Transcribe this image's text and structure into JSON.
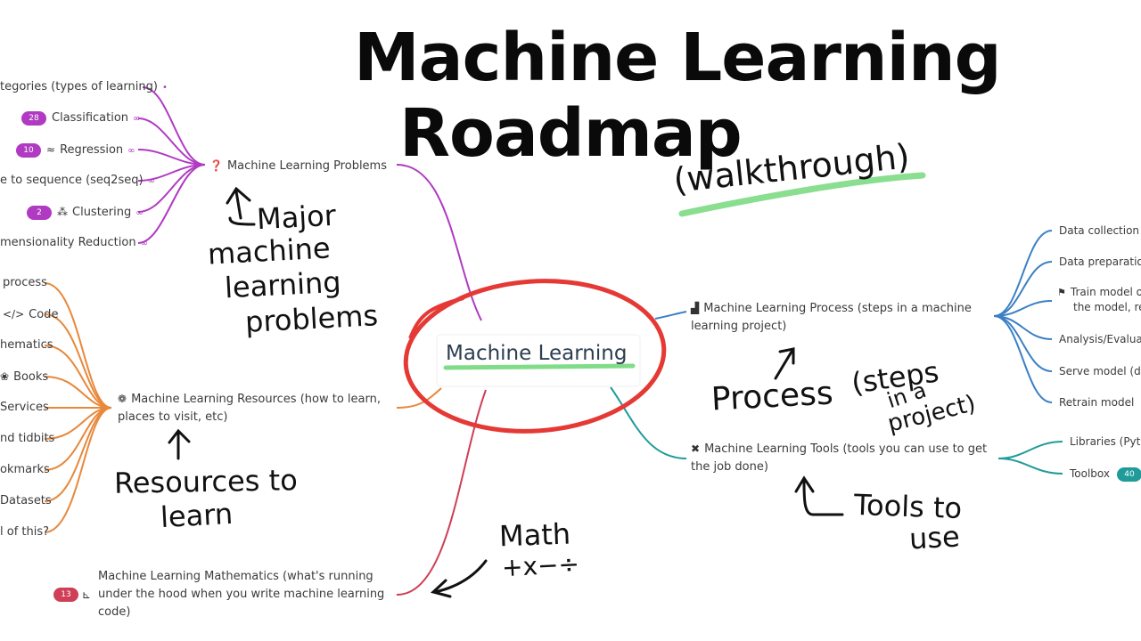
{
  "title": {
    "line1": "Machine Learning",
    "line2": "Roadmap"
  },
  "center": {
    "label": "Machine Learning"
  },
  "nodes": {
    "problems": "Machine Learning Problems",
    "process": "Machine Learning Process (steps in a machine learning project)",
    "resources": "Machine Learning Resources (how to learn, places to visit, etc)",
    "tools": "Machine Learning Tools (tools you can use to get the job done)",
    "math": "Machine Learning Mathematics (what's running under the hood when you write machine learning code)"
  },
  "problem_items": [
    {
      "badge": "",
      "label": "tegories (types of learning)"
    },
    {
      "badge": "28",
      "label": "Classification"
    },
    {
      "badge": "10",
      "label": "Regression"
    },
    {
      "badge": "",
      "label": "e to sequence (seq2seq)"
    },
    {
      "badge": "2",
      "label": "Clustering"
    },
    {
      "badge": "",
      "label": "mensionality Reduction"
    }
  ],
  "resource_items": [
    {
      "label": "process"
    },
    {
      "label": "Code"
    },
    {
      "label": "hematics"
    },
    {
      "label": "Books"
    },
    {
      "label": "Services"
    },
    {
      "label": "nd tidbits"
    },
    {
      "label": "okmarks"
    },
    {
      "label": "Datasets"
    },
    {
      "label": "l of this?"
    }
  ],
  "process_items": [
    {
      "label": "Data collection"
    },
    {
      "label": "Data preparation"
    },
    {
      "label": "Train model o"
    },
    {
      "label": "the model, re"
    },
    {
      "label": "Analysis/Evalua"
    },
    {
      "label": "Serve model (de"
    },
    {
      "label": "Retrain model"
    }
  ],
  "tool_items": [
    {
      "label": "Libraries (Pyth"
    },
    {
      "label": "Toolbox",
      "badge": "40"
    }
  ],
  "math_badge": "13",
  "handwriting": {
    "walkthrough": "(walkthrough)",
    "major": "Major",
    "machine": "machine",
    "learning": "learning",
    "problems": "problems",
    "process": "Process",
    "steps": "(steps",
    "in_a": "in a",
    "project": "project)",
    "resources": "Resources to",
    "learn": "learn",
    "math": "Math",
    "ops": "+x−÷",
    "tools": "Tools to",
    "use": "use"
  },
  "colors": {
    "purple": "#b03ac2",
    "orange": "#e8883a",
    "blue": "#3b80c4",
    "teal": "#1f9c9a",
    "crimson": "#cf3f56",
    "red_circle": "#e53935",
    "highlight": "#62d36a"
  }
}
